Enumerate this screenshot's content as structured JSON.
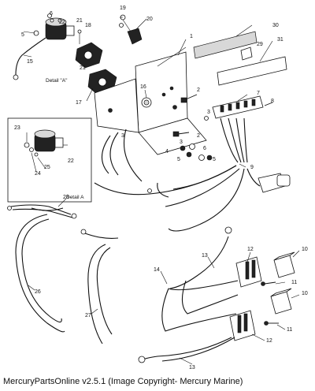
{
  "labels": {
    "l1": "1",
    "l2a": "2",
    "l2b": "2",
    "l3a": "3",
    "l3b": "3",
    "l3c": "3",
    "l4": "4",
    "l5a": "5",
    "l5b": "5",
    "l5c": "5",
    "l6a": "6",
    "l6b": "6",
    "l7": "7",
    "l8": "8",
    "l9": "9",
    "l10a": "10",
    "l10b": "10",
    "l11a": "11",
    "l11b": "11",
    "l12a": "12",
    "l12b": "12",
    "l13a": "13",
    "l13b": "13",
    "l14": "14",
    "l15": "15",
    "l16": "16",
    "l17": "17",
    "l18": "18",
    "l19": "19",
    "l20": "20",
    "l21a": "21",
    "l21b": "21",
    "l22a": "22",
    "l22b": "22",
    "l23": "23",
    "l24": "24",
    "l25": "25",
    "l26": "26",
    "l27": "27",
    "l28": "28",
    "l29": "29",
    "l30": "30",
    "l31": "31"
  },
  "detail_labels": {
    "detail_a_quoted": "Detail \"A\"",
    "detail_a": "Detail A"
  },
  "footer": "MercuryPartsOnline v2.5.1 (Image Copyright- Mercury Marine)"
}
